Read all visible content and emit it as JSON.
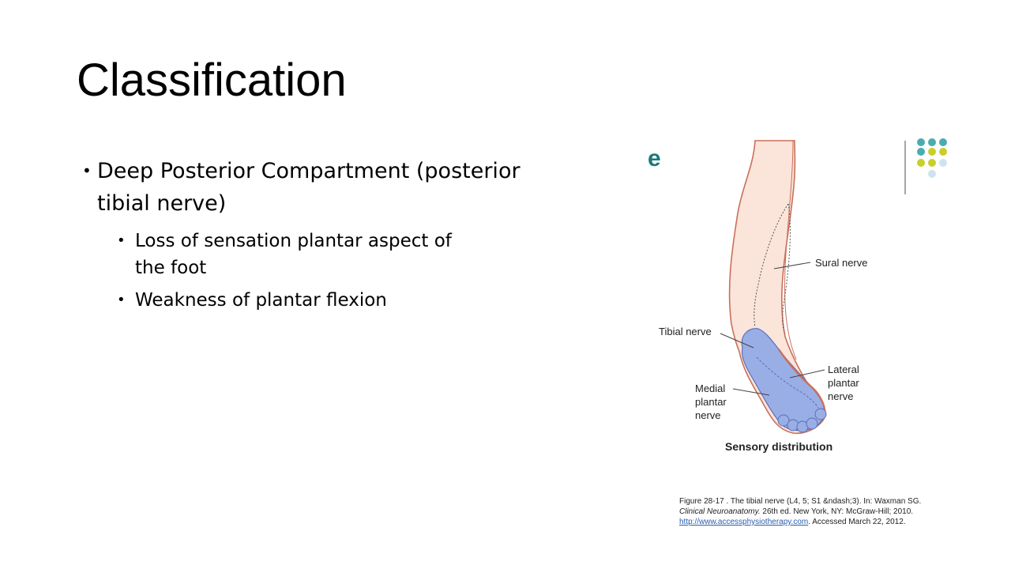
{
  "slide": {
    "title": "Classification",
    "bullets": [
      {
        "level": 1,
        "text": "Deep Posterior Compartment (posterior tibial nerve)"
      },
      {
        "level": 2,
        "text": "Loss of sensation plantar aspect of the foot"
      },
      {
        "level": 2,
        "text": "Weakness of plantar flexion"
      }
    ]
  },
  "figure": {
    "stub_text": "e",
    "labels": {
      "sural": "Sural nerve",
      "tibial": "Tibial nerve",
      "lateral_plantar": [
        "Lateral",
        "plantar",
        "nerve"
      ],
      "medial_plantar": [
        "Medial",
        "plantar",
        "nerve"
      ]
    },
    "title": "Sensory distribution",
    "caption": {
      "line1": "Figure 28-17 . The tibial nerve (L4, 5; S1 &ndash;3). In: Waxman SG.",
      "line2_italic": "Clinical Neuroanatomy.",
      "line2_rest": " 26th ed. New York, NY: McGraw-Hill; 2010.",
      "line3_link": "http://www.accessphysiotherapy.com",
      "line3_rest": ". Accessed March 22, 2012."
    }
  },
  "colors": {
    "skin": "#fbe4da",
    "skin_outline": "#c9705a",
    "nerve_fill": "#9aaee6",
    "nerve_outline": "#5a6fb8",
    "teal_dot": "#4aacb0",
    "yellow_dot": "#c8cf2a",
    "pale_dot": "#cfe3ee",
    "stub_teal": "#1a7a78"
  }
}
